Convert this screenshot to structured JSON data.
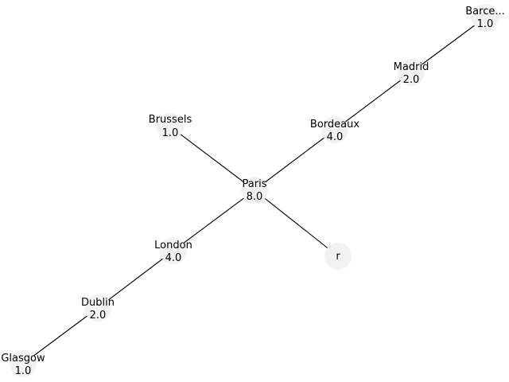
{
  "graph": {
    "nodes": [
      {
        "id": "paris",
        "name": "Paris",
        "value": "8.0"
      },
      {
        "id": "brussels",
        "name": "Brussels",
        "value": "1.0"
      },
      {
        "id": "bordeaux",
        "name": "Bordeaux",
        "value": "4.0"
      },
      {
        "id": "madrid",
        "name": "Madrid",
        "value": "2.0"
      },
      {
        "id": "barcelona",
        "name": "Barce...",
        "value": "1.0"
      },
      {
        "id": "london",
        "name": "London",
        "value": "4.0"
      },
      {
        "id": "dublin",
        "name": "Dublin",
        "value": "2.0"
      },
      {
        "id": "glasgow",
        "name": "Glasgow",
        "value": "1.0"
      },
      {
        "id": "root",
        "name": "r",
        "value": ""
      }
    ],
    "edges": [
      [
        "paris",
        "brussels"
      ],
      [
        "paris",
        "bordeaux"
      ],
      [
        "bordeaux",
        "madrid"
      ],
      [
        "madrid",
        "barcelona"
      ],
      [
        "paris",
        "london"
      ],
      [
        "london",
        "dublin"
      ],
      [
        "dublin",
        "glasgow"
      ],
      [
        "paris",
        "root"
      ]
    ],
    "colors": {
      "node_fill": "#f2f2f2",
      "edge": "#000000",
      "background": "#ffffff"
    }
  }
}
